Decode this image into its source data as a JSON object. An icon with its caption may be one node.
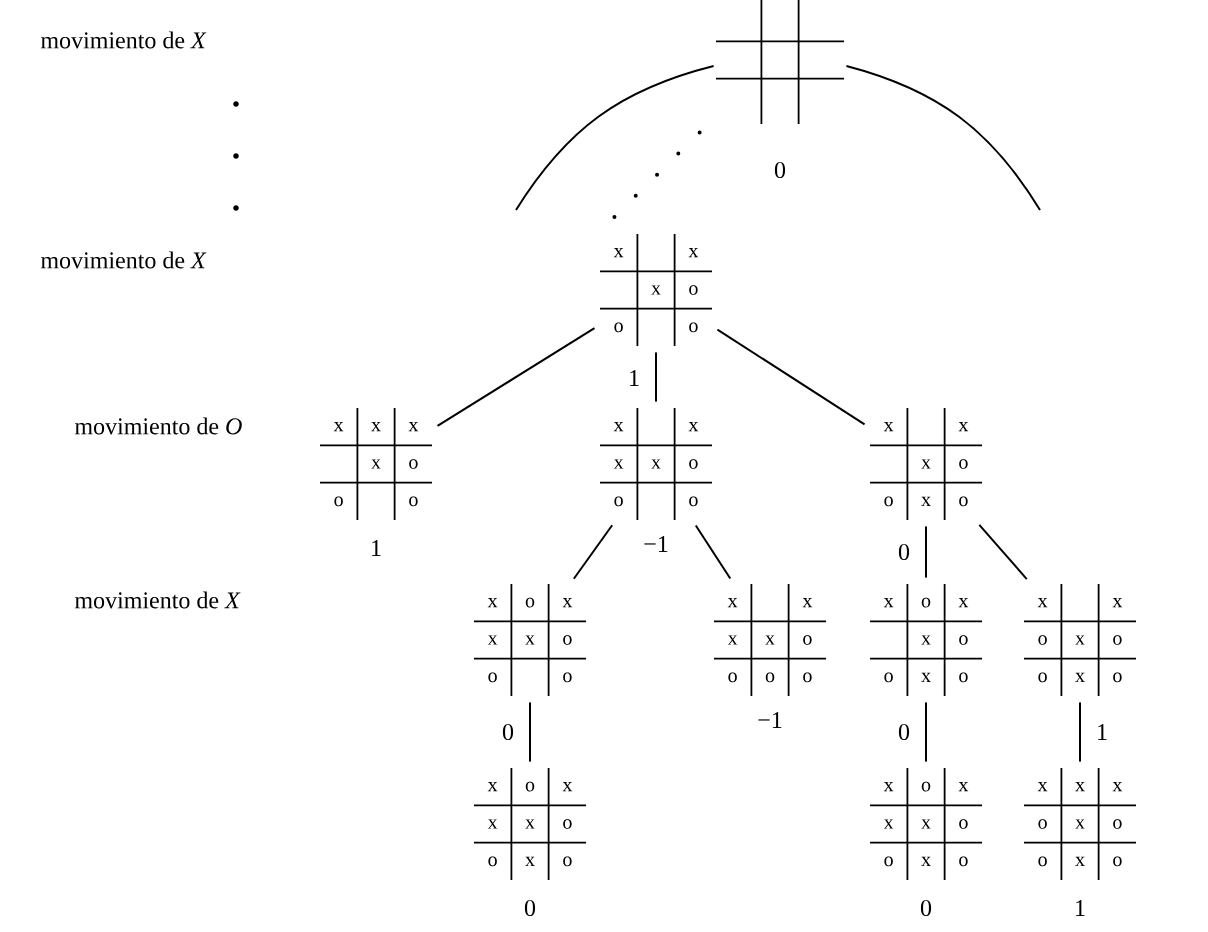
{
  "diagram": {
    "nodes": [
      {
        "text": [],
        "shape": "box",
        "beside": [
          "0"
        ]
      },
      {
        "text": [
          "x",
          "x",
          "x",
          "o",
          "o",
          "o"
        ],
        "beside": [
          "1"
        ]
      },
      {
        "text": [
          "x",
          "x",
          "x",
          "x",
          "o",
          "o",
          "o"
        ],
        "beside": [
          "1"
        ]
      },
      {
        "text": [
          "x",
          "x",
          "x",
          "x",
          "o",
          "o",
          "o"
        ],
        "beside": [
          "−1"
        ]
      },
      {
        "text": [
          "x",
          "x",
          "x",
          "o",
          "o",
          "x",
          "o"
        ],
        "beside": [
          "0"
        ]
      },
      {
        "text": [
          "x",
          "o",
          "x",
          "x",
          "x",
          "o",
          "o",
          "o"
        ],
        "beside": [
          "0"
        ]
      },
      {
        "text": [
          "x",
          "x",
          "x",
          "x",
          "o",
          "o",
          "o",
          "o"
        ],
        "beside": [
          "−1"
        ]
      },
      {
        "text": [
          "x",
          "o",
          "x",
          "x",
          "o",
          "o",
          "x",
          "o"
        ],
        "beside": [
          "0"
        ]
      },
      {
        "text": [
          "x",
          "x",
          "o",
          "x",
          "o",
          "o",
          "x",
          "o"
        ],
        "beside": [
          "1"
        ]
      },
      {
        "text": [
          "x",
          "o",
          "x",
          "x",
          "x",
          "o",
          "o",
          "x",
          "o"
        ],
        "beside": [
          "0"
        ]
      },
      {
        "text": [
          "x",
          "o",
          "x",
          "x",
          "x",
          "o",
          "o",
          "x",
          "o"
        ],
        "beside": [
          "0"
        ]
      },
      {
        "text": [
          "x",
          "x",
          "x",
          "o",
          "x",
          "o",
          "o",
          "x",
          "o"
        ],
        "beside": [
          "1"
        ]
      }
    ],
    "edges": [
      {
        "from": 0,
        "to": null,
        "arrow": "none"
      },
      {
        "from": 0,
        "to": null,
        "arrow": "none"
      },
      {
        "from": 0,
        "to": 1,
        "arrow": "none",
        "style": "dashed"
      },
      {
        "from": 1,
        "to": 2,
        "arrow": "none"
      },
      {
        "from": 1,
        "to": 3,
        "arrow": "none"
      },
      {
        "from": 1,
        "to": 4,
        "arrow": "none"
      },
      {
        "from": 3,
        "to": 5,
        "arrow": "none"
      },
      {
        "from": 3,
        "to": 6,
        "arrow": "none"
      },
      {
        "from": 4,
        "to": 7,
        "arrow": "none"
      },
      {
        "from": 4,
        "to": 8,
        "arrow": "none"
      },
      {
        "from": 5,
        "to": 9,
        "arrow": "none"
      },
      {
        "from": 7,
        "to": 10,
        "arrow": "none"
      },
      {
        "from": 8,
        "to": 11,
        "arrow": "none"
      }
    ],
    "labels": [
      "movimiento de *X*",
      "movimiento de *X*",
      "movimiento de *O*",
      "movimiento de *X*"
    ]
  }
}
